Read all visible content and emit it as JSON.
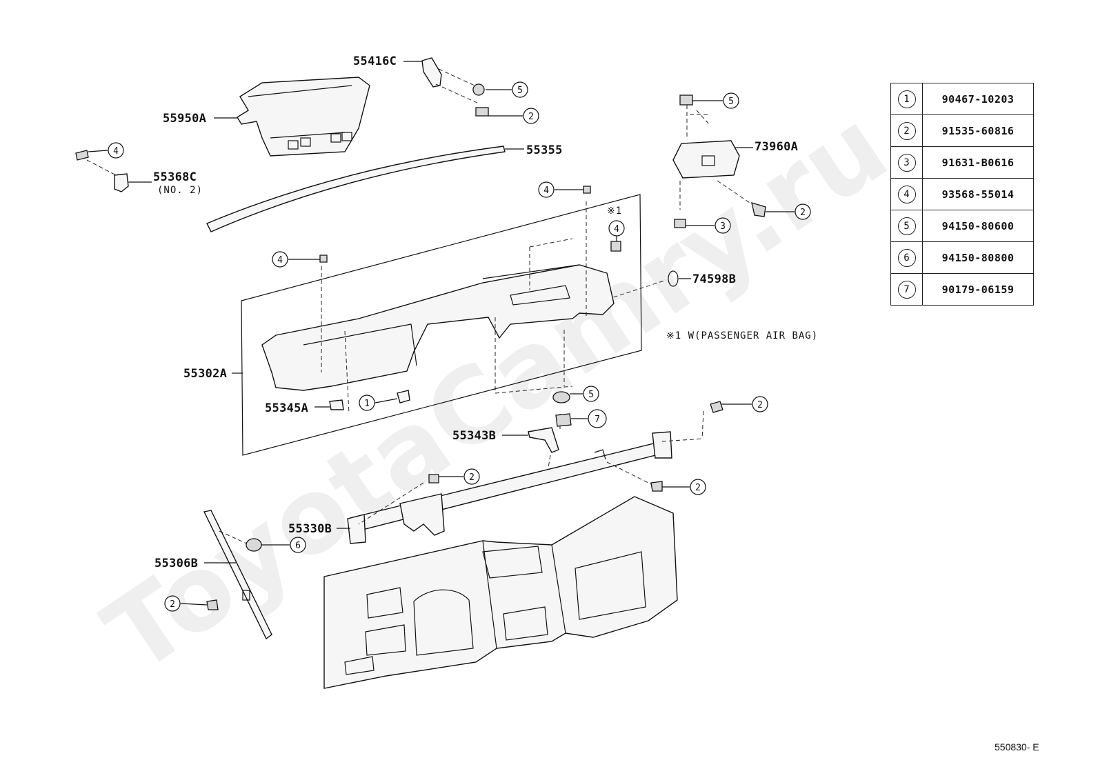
{
  "watermark": "ToyotaCamry.ru",
  "figure_code": "550830- E",
  "note": "※1 W(PASSENGER AIR BAG)",
  "note_mark": "※1",
  "parts": {
    "p55416c": "55416C",
    "p55950a": "55950A",
    "p55355": "55355",
    "p55368c": "55368C",
    "p55368c_sub": "(NO. 2)",
    "p73960a": "73960A",
    "p74598b": "74598B",
    "p55302a": "55302A",
    "p55345a": "55345A",
    "p55343b": "55343B",
    "p55330b": "55330B",
    "p55306b": "55306B"
  },
  "callouts": [
    "5",
    "2",
    "4",
    "5",
    "2",
    "3",
    "4",
    "4",
    "4",
    "5",
    "1",
    "7",
    "2",
    "2",
    "2",
    "6",
    "2"
  ],
  "legend": [
    {
      "key": "1",
      "part_no": "90467-10203"
    },
    {
      "key": "2",
      "part_no": "91535-60816"
    },
    {
      "key": "3",
      "part_no": "91631-B0616"
    },
    {
      "key": "4",
      "part_no": "93568-55014"
    },
    {
      "key": "5",
      "part_no": "94150-80600"
    },
    {
      "key": "6",
      "part_no": "94150-80800"
    },
    {
      "key": "7",
      "part_no": "90179-06159"
    }
  ]
}
